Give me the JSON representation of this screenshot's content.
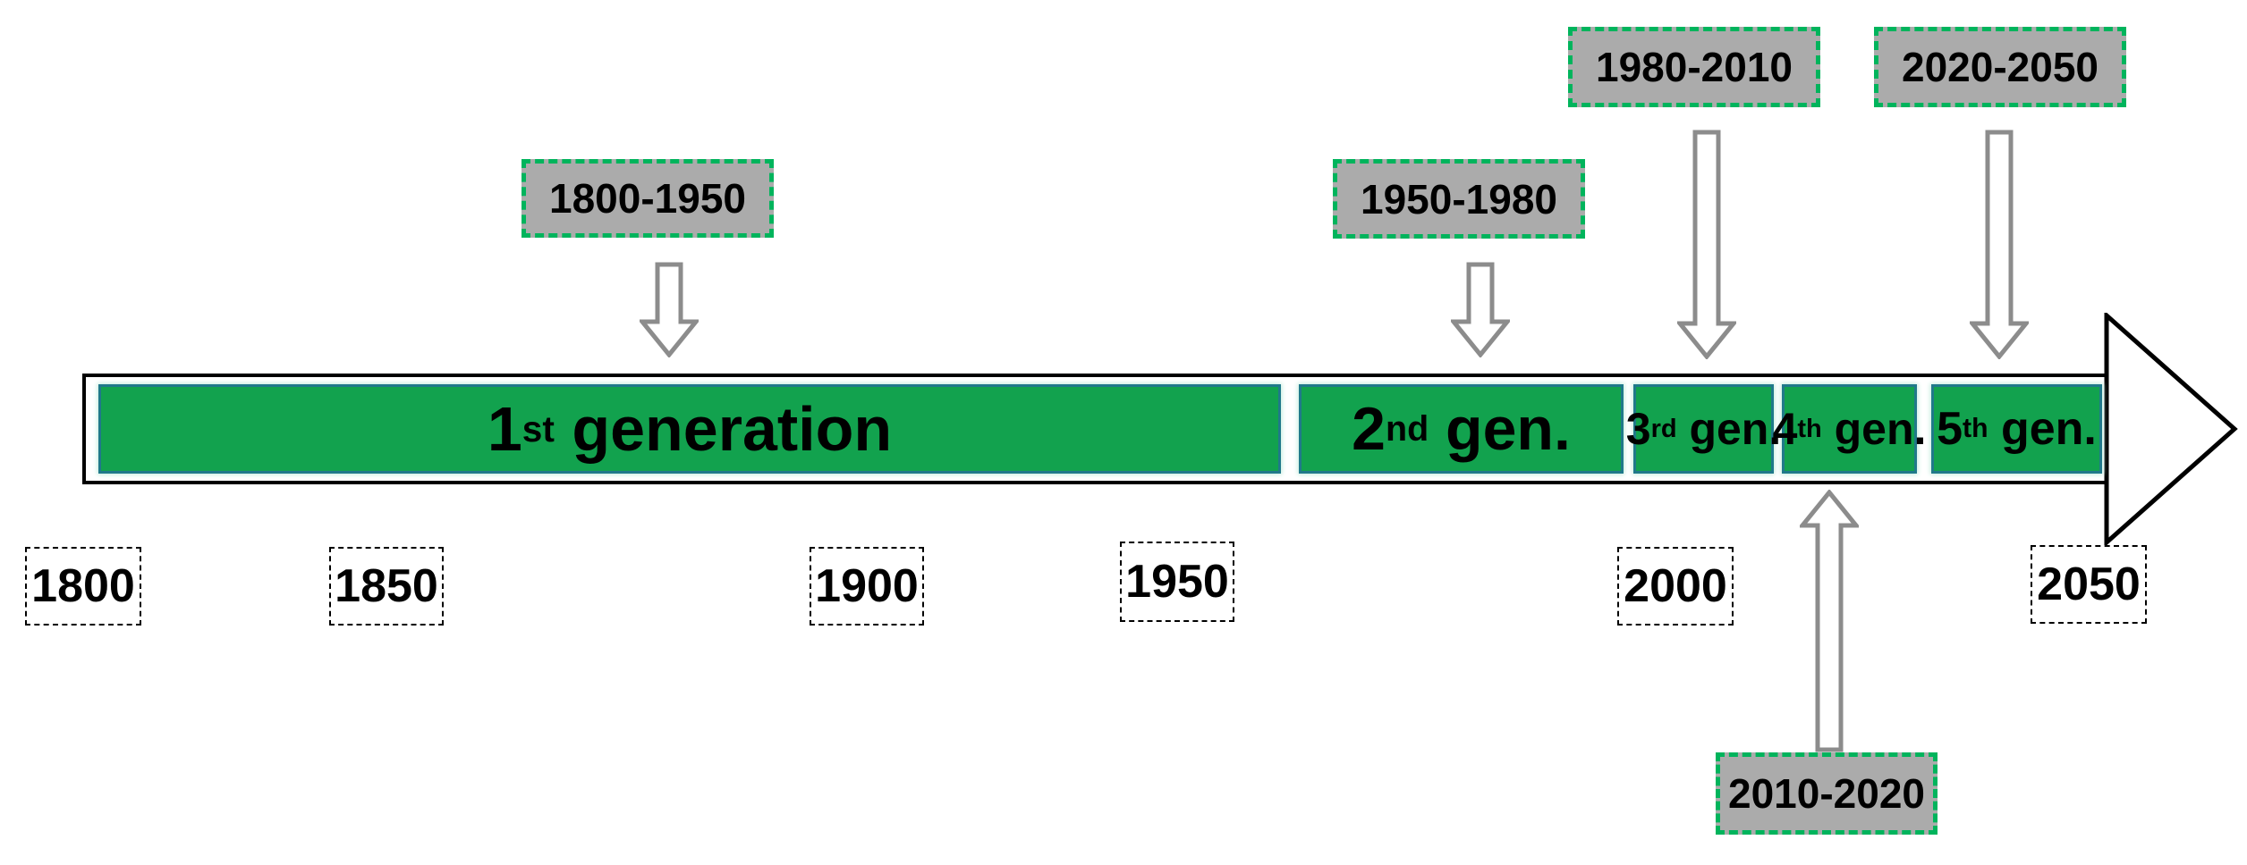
{
  "figure": {
    "type": "timeline-diagram",
    "background": "#FFFFFF"
  },
  "colors": {
    "segment_green": "#12A24E",
    "segment_border_teal": "#20798A",
    "period_box_gray": "#ABABAB",
    "period_box_border_green": "#00B45C",
    "arrow_outline_gray": "#8C8C8C",
    "outline_black": "#000000"
  },
  "generations": [
    {
      "number": "1",
      "ordinal": "st",
      "suffix": " generation"
    },
    {
      "number": "2",
      "ordinal": "nd",
      "suffix": " gen."
    },
    {
      "number": "3",
      "ordinal": "rd",
      "suffix": " gen."
    },
    {
      "number": "4",
      "ordinal": "th",
      "suffix": " gen."
    },
    {
      "number": "5",
      "ordinal": "th",
      "suffix": " gen."
    }
  ],
  "periods": {
    "gen1": "1800-1950",
    "gen2": "1950-1980",
    "gen3": "1980-2010",
    "gen4": "2010-2020",
    "gen5": "2020-2050"
  },
  "axis_years": [
    "1800",
    "1850",
    "1900",
    "1950",
    "2000",
    "2050"
  ]
}
